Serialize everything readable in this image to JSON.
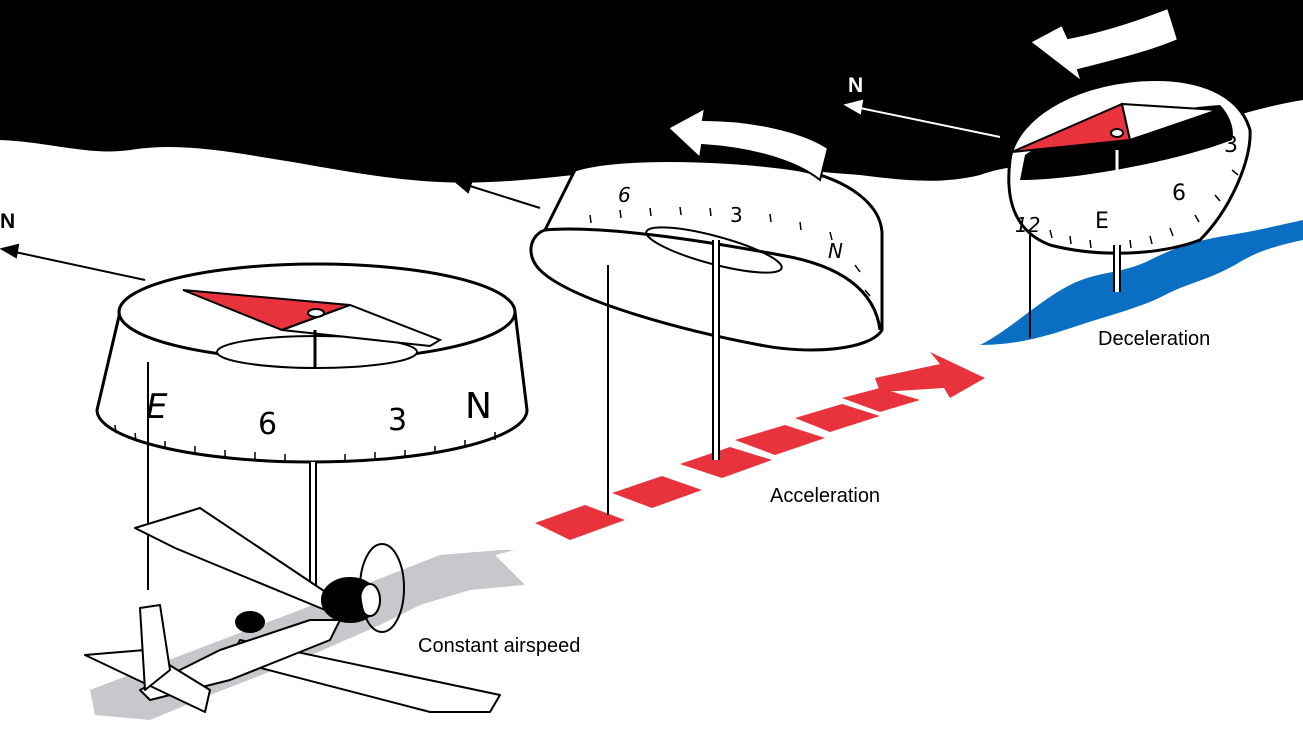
{
  "labels": {
    "constant": "Constant airspeed",
    "acceleration": "Acceleration",
    "deceleration": "Deceleration",
    "north": "N"
  },
  "dial_marks": {
    "constant": [
      "E",
      "6",
      "3",
      "N"
    ],
    "acceleration": [
      "6",
      "3",
      "N"
    ],
    "deceleration": [
      "12",
      "E",
      "6",
      "3"
    ]
  },
  "colors": {
    "sky": "#000000",
    "ground": "#ffffff",
    "magnet_card": "#e8323c",
    "water": "#0a6fc2",
    "shadow": "#c8c8cc"
  }
}
